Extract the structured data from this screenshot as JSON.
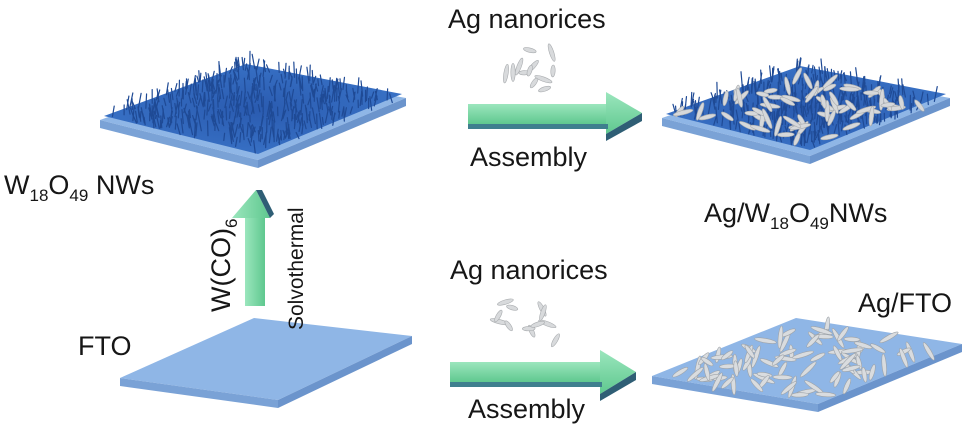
{
  "labels": {
    "top_reagent": "Ag nanorices",
    "top_process": "Assembly",
    "bottom_reagent": "Ag nanorices",
    "bottom_process": "Assembly",
    "substrate": "FTO",
    "precursor": {
      "prefix": "W(CO)",
      "subscript": "6"
    },
    "method": "Solvothermal",
    "nanowires": {
      "w": "W",
      "w_sub": "18",
      "o": "O",
      "o_sub": "49",
      "suffix": " NWs"
    },
    "ag_nanowires": {
      "prefix": "Ag/W",
      "w_sub": "18",
      "o": "O",
      "o_sub": "49",
      "suffix": "NWs"
    },
    "ag_fto": "Ag/FTO"
  },
  "colors": {
    "substrate_top": "#8fb6e6",
    "substrate_side": "#7aa2d6",
    "nanowire_blue": "#2e63b8",
    "nanowire_dark": "#1d4591",
    "arrow_green": "#7fd9a6",
    "arrow_head": "#5cc98c",
    "rice_gray": "#cfd2d4"
  }
}
